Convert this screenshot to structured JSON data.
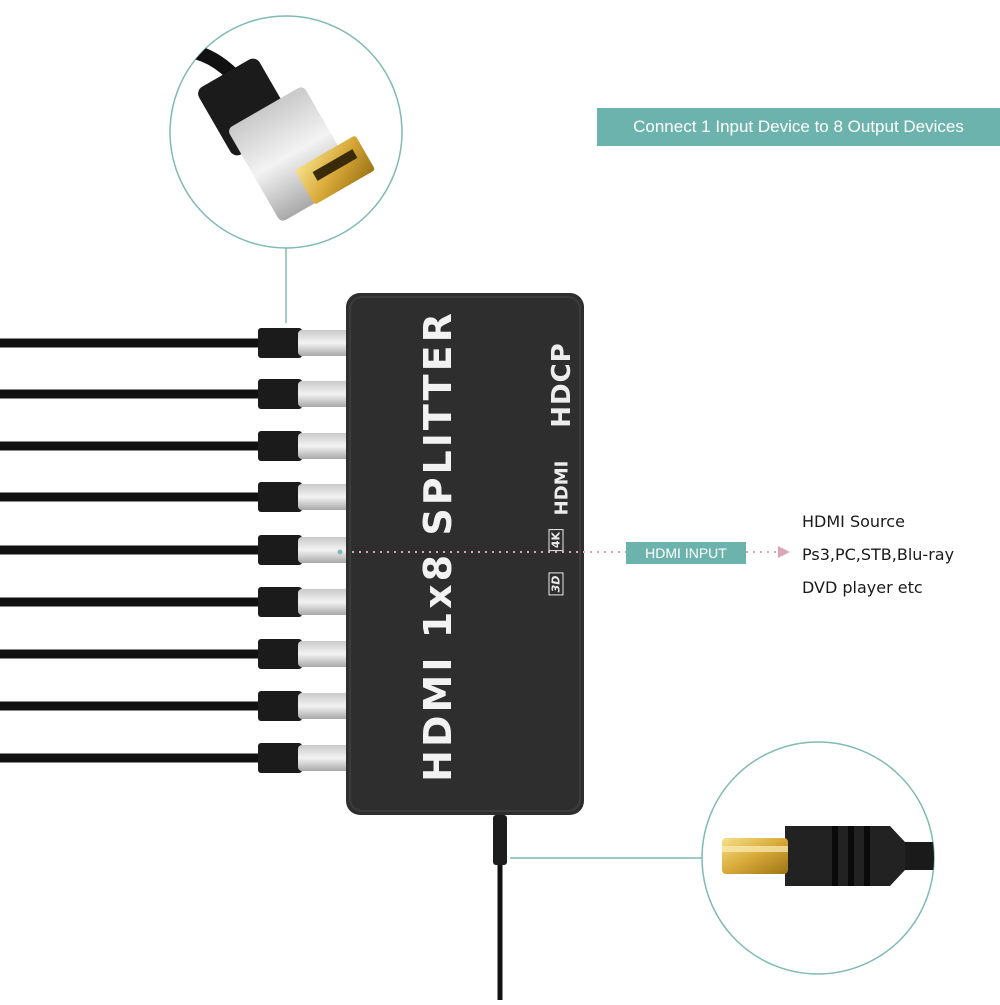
{
  "banner": {
    "text": "Connect 1 Input Device to 8 Output Devices"
  },
  "device": {
    "title": "HDMI 1x8 SPLITTER",
    "logos": {
      "hdcp": "HDCP",
      "hdmi": "HDMI",
      "k4": "4K",
      "d3": "3D"
    }
  },
  "input": {
    "label": "HDMI INPUT",
    "source_lines": [
      "HDMI Source",
      "Ps3,PC,STB,Blu-ray",
      "DVD player etc"
    ]
  },
  "colors": {
    "accent": "#6db3ad",
    "device_body": "#2e2e2e",
    "cable": "#111111",
    "dotted_line": "#d9a7b6"
  },
  "icons": {
    "hdmi_plug": "hdmi-plug-icon",
    "dc_jack": "dc-power-jack-icon"
  }
}
